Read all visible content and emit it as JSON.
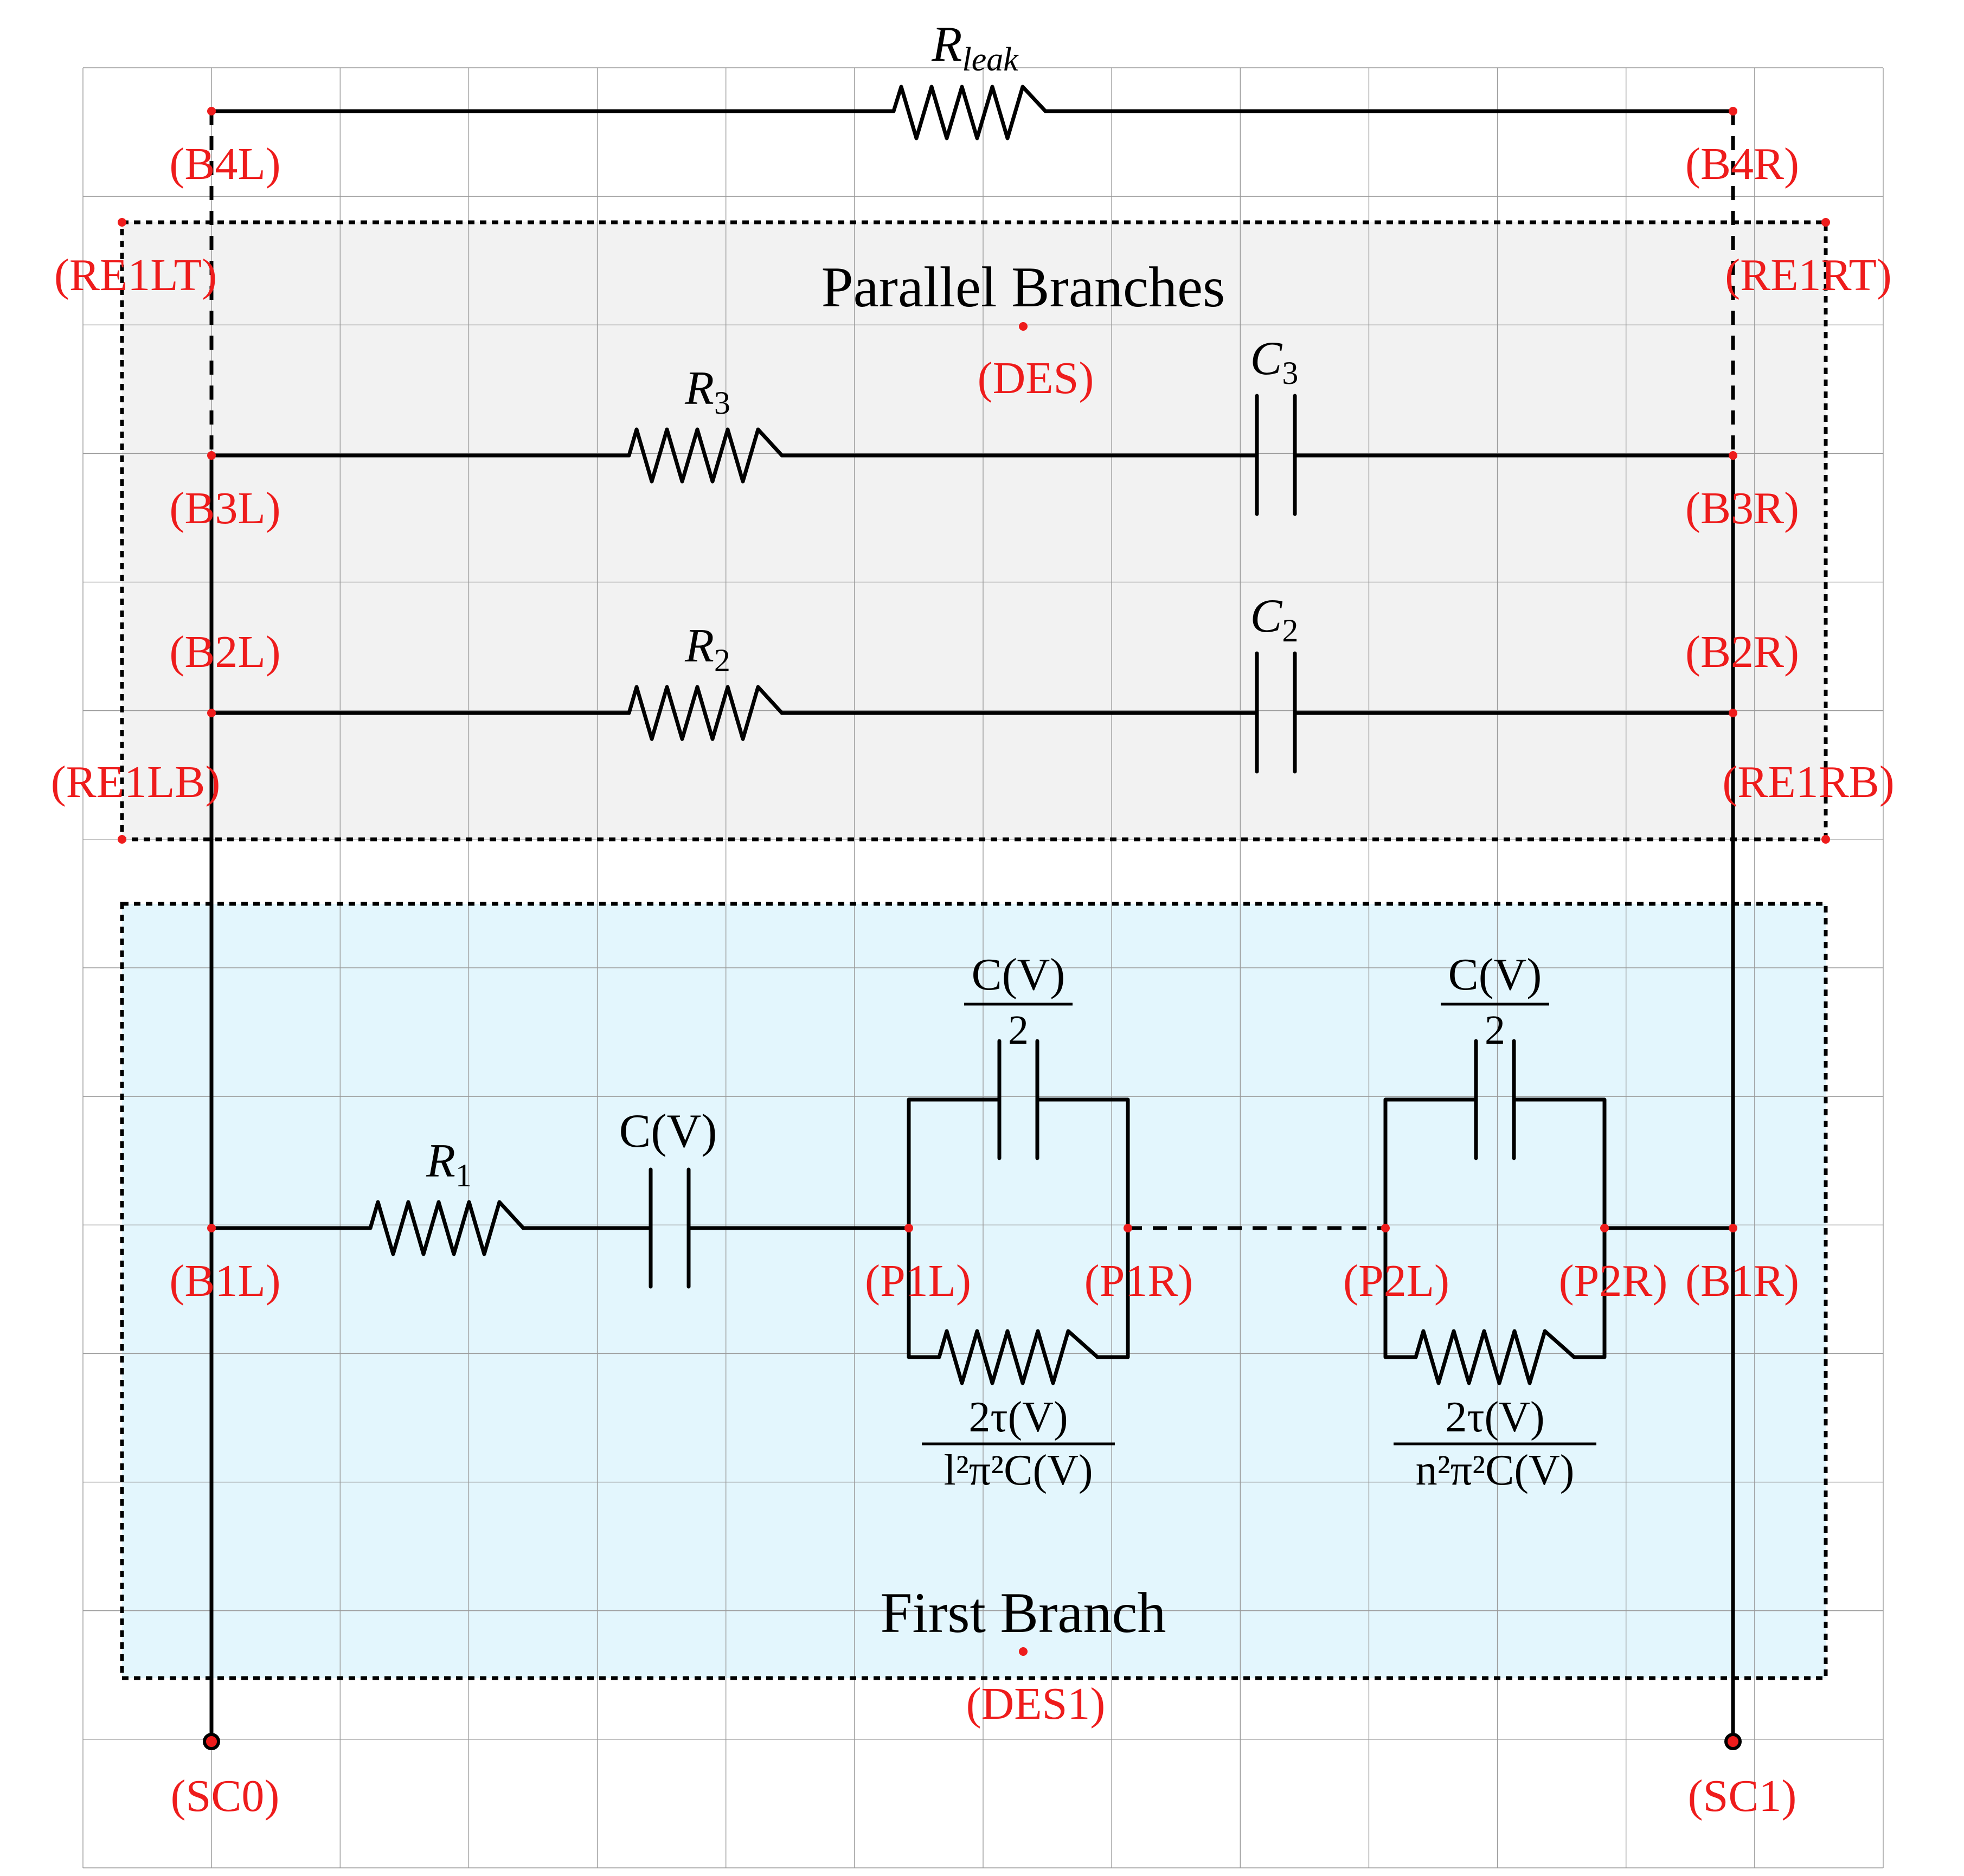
{
  "regions": {
    "parallel_title": "Parallel Branches",
    "first_title": "First Branch",
    "parallel_fill": "#f2f2f2",
    "first_fill": "#e3f6fd"
  },
  "nodes": {
    "B4L": "(B4L)",
    "B4R": "(B4R)",
    "RE1LT": "(RE1LT)",
    "RE1RT": "(RE1RT)",
    "DES": "(DES)",
    "B3L": "(B3L)",
    "B3R": "(B3R)",
    "B2L": "(B2L)",
    "B2R": "(B2R)",
    "RE1LB": "(RE1LB)",
    "RE1RB": "(RE1RB)",
    "B1L": "(B1L)",
    "B1R": "(B1R)",
    "P1L": "(P1L)",
    "P1R": "(P1R)",
    "P2L": "(P2L)",
    "P2R": "(P2R)",
    "DES1": "(DES1)",
    "SC0": "(SC0)",
    "SC1": "(SC1)"
  },
  "components": {
    "Rleak": {
      "main": "R",
      "sub": "leak"
    },
    "R3": {
      "main": "R",
      "sub": "3"
    },
    "C3": {
      "main": "C",
      "sub": "3"
    },
    "R2": {
      "main": "R",
      "sub": "2"
    },
    "C2": {
      "main": "C",
      "sub": "2"
    },
    "R1": {
      "main": "R",
      "sub": "1"
    },
    "CV": {
      "text": "C(V)"
    },
    "CV2_num": "C(V)",
    "CV2_den": "2",
    "Rp1_num": "2τ(V)",
    "Rp1_den": "l²π²C(V)",
    "Rp2_num": "2τ(V)",
    "Rp2_den": "n²π²C(V)"
  },
  "colors": {
    "label": "#ee1c1c",
    "wire": "#000000",
    "grid": "#9a9a9a"
  }
}
